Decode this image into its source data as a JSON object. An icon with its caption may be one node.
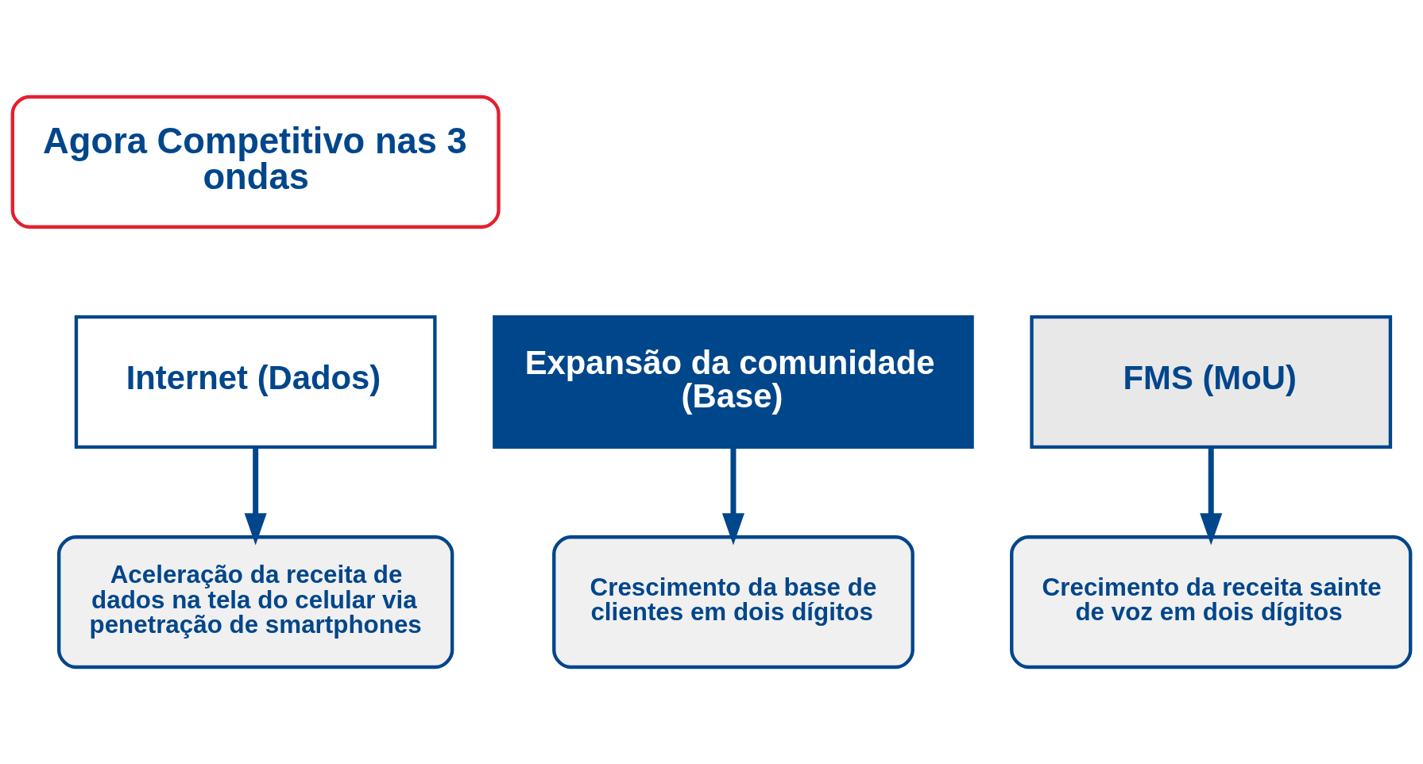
{
  "diagram": {
    "nodes": [
      {
        "text": [
          "Agora Competitivo nas 3 ondas"
        ]
      },
      {
        "text": [
          "Expansão da comunidade (Base)"
        ]
      },
      {
        "text": [
          "FMS (MoU)"
        ]
      },
      {
        "text": [
          "Internet (Dados)"
        ]
      },
      {
        "text": [
          "Crescimento da base de clientes em dois dígitos"
        ]
      },
      {
        "text": [
          "Crecimento da receita sainte de voz em dois dígitos"
        ]
      },
      {
        "text": [
          "Aceleração da receita de dados na tela do celular via penetração de smartphones"
        ]
      }
    ],
    "edges": [
      {
        "from": 1,
        "to": 4,
        "arrow": "to"
      },
      {
        "from": 2,
        "to": 5,
        "arrow": "to"
      },
      {
        "from": 3,
        "to": 6,
        "arrow": "to"
      }
    ]
  }
}
